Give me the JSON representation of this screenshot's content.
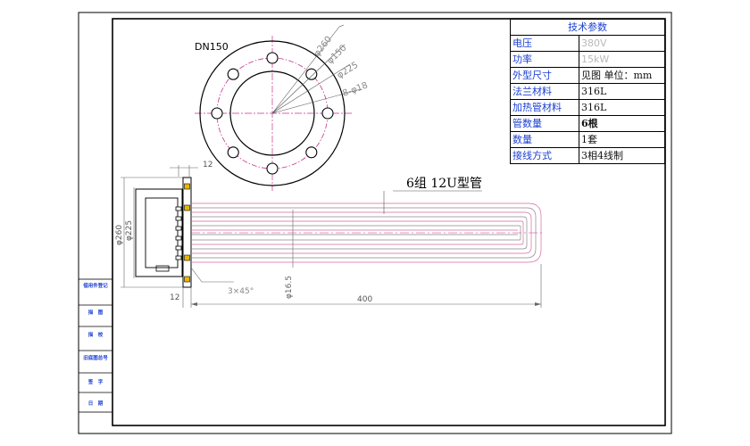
{
  "flange": {
    "title": "DN150",
    "dim_260": "φ260",
    "dim_150": "φ150",
    "dim_225": "φ225",
    "dim_holes": "8-φ18"
  },
  "spec_table": {
    "title": "技术参数",
    "rows": [
      {
        "label": "电压",
        "value": "380V"
      },
      {
        "label": "功率",
        "value": "15kW"
      },
      {
        "label": "外型尺寸",
        "value": "见图 单位：mm"
      },
      {
        "label": "法兰材料",
        "value": "316L"
      },
      {
        "label": "加热管材料",
        "value": "316L"
      },
      {
        "label": "管数量",
        "value": "6根"
      },
      {
        "label": "数量",
        "value": "1套"
      },
      {
        "label": "接线方式",
        "value": "3相4线制"
      }
    ]
  },
  "side_view": {
    "tube_note": "6组 12U型管",
    "dim_12_top": "12",
    "dim_12_bottom": "12",
    "dim_260": "φ260",
    "dim_225": "φ225",
    "chamfer": "3×45°",
    "dim_165": "φ16.5",
    "dim_400": "400"
  },
  "title_block": {
    "cells": [
      "借用件登记",
      "描　图",
      "描　校",
      "旧底图总号",
      "签　字",
      "日　期"
    ]
  }
}
